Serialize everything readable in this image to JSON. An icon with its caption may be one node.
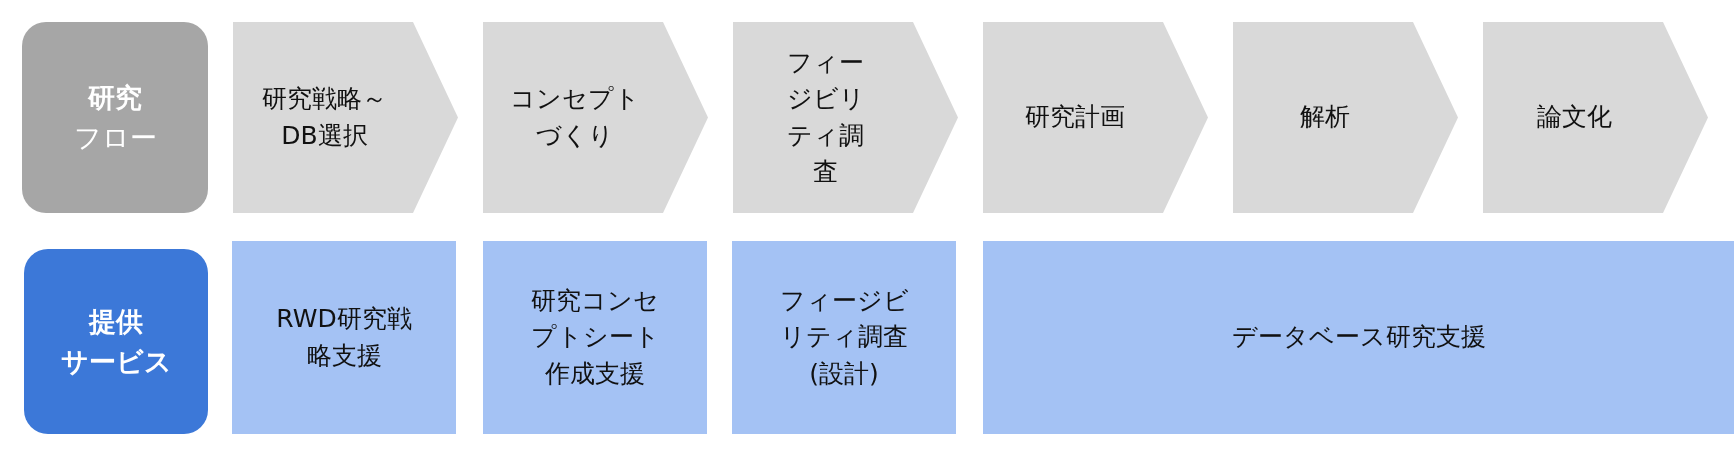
{
  "diagram": {
    "nodes": [
      {
        "text": [
          "研究",
          "フロー"
        ]
      },
      {
        "text": [
          "研究戦略～DB選択"
        ]
      },
      {
        "text": [
          "コンセプトづくり"
        ]
      },
      {
        "text": [
          "フィージビリティ調査"
        ]
      },
      {
        "text": [
          "研究計画"
        ]
      },
      {
        "text": [
          "解析"
        ]
      },
      {
        "text": [
          "論文化"
        ]
      },
      {
        "text": [
          "提供",
          "サービス"
        ]
      },
      {
        "text": [
          "RWD研究戦略支援"
        ]
      },
      {
        "text": [
          "研究コンセプトシート作成支援"
        ]
      },
      {
        "text": [
          "フィージビリティ調査(設計)"
        ]
      },
      {
        "text": [
          "データベース研究支援"
        ]
      }
    ]
  }
}
